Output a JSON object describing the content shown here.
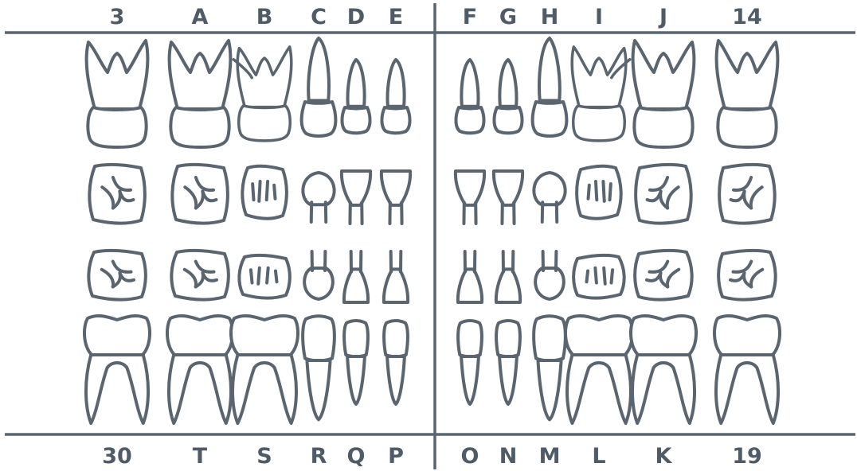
{
  "chart": {
    "stroke_color": "#5a6570",
    "label_color": "#4f5b66",
    "top_labels": [
      "3",
      "A",
      "B",
      "C",
      "D",
      "E",
      "F",
      "G",
      "H",
      "I",
      "J",
      "14"
    ],
    "bottom_labels": [
      "30",
      "T",
      "S",
      "R",
      "Q",
      "P",
      "O",
      "N",
      "M",
      "L",
      "K",
      "19"
    ]
  }
}
